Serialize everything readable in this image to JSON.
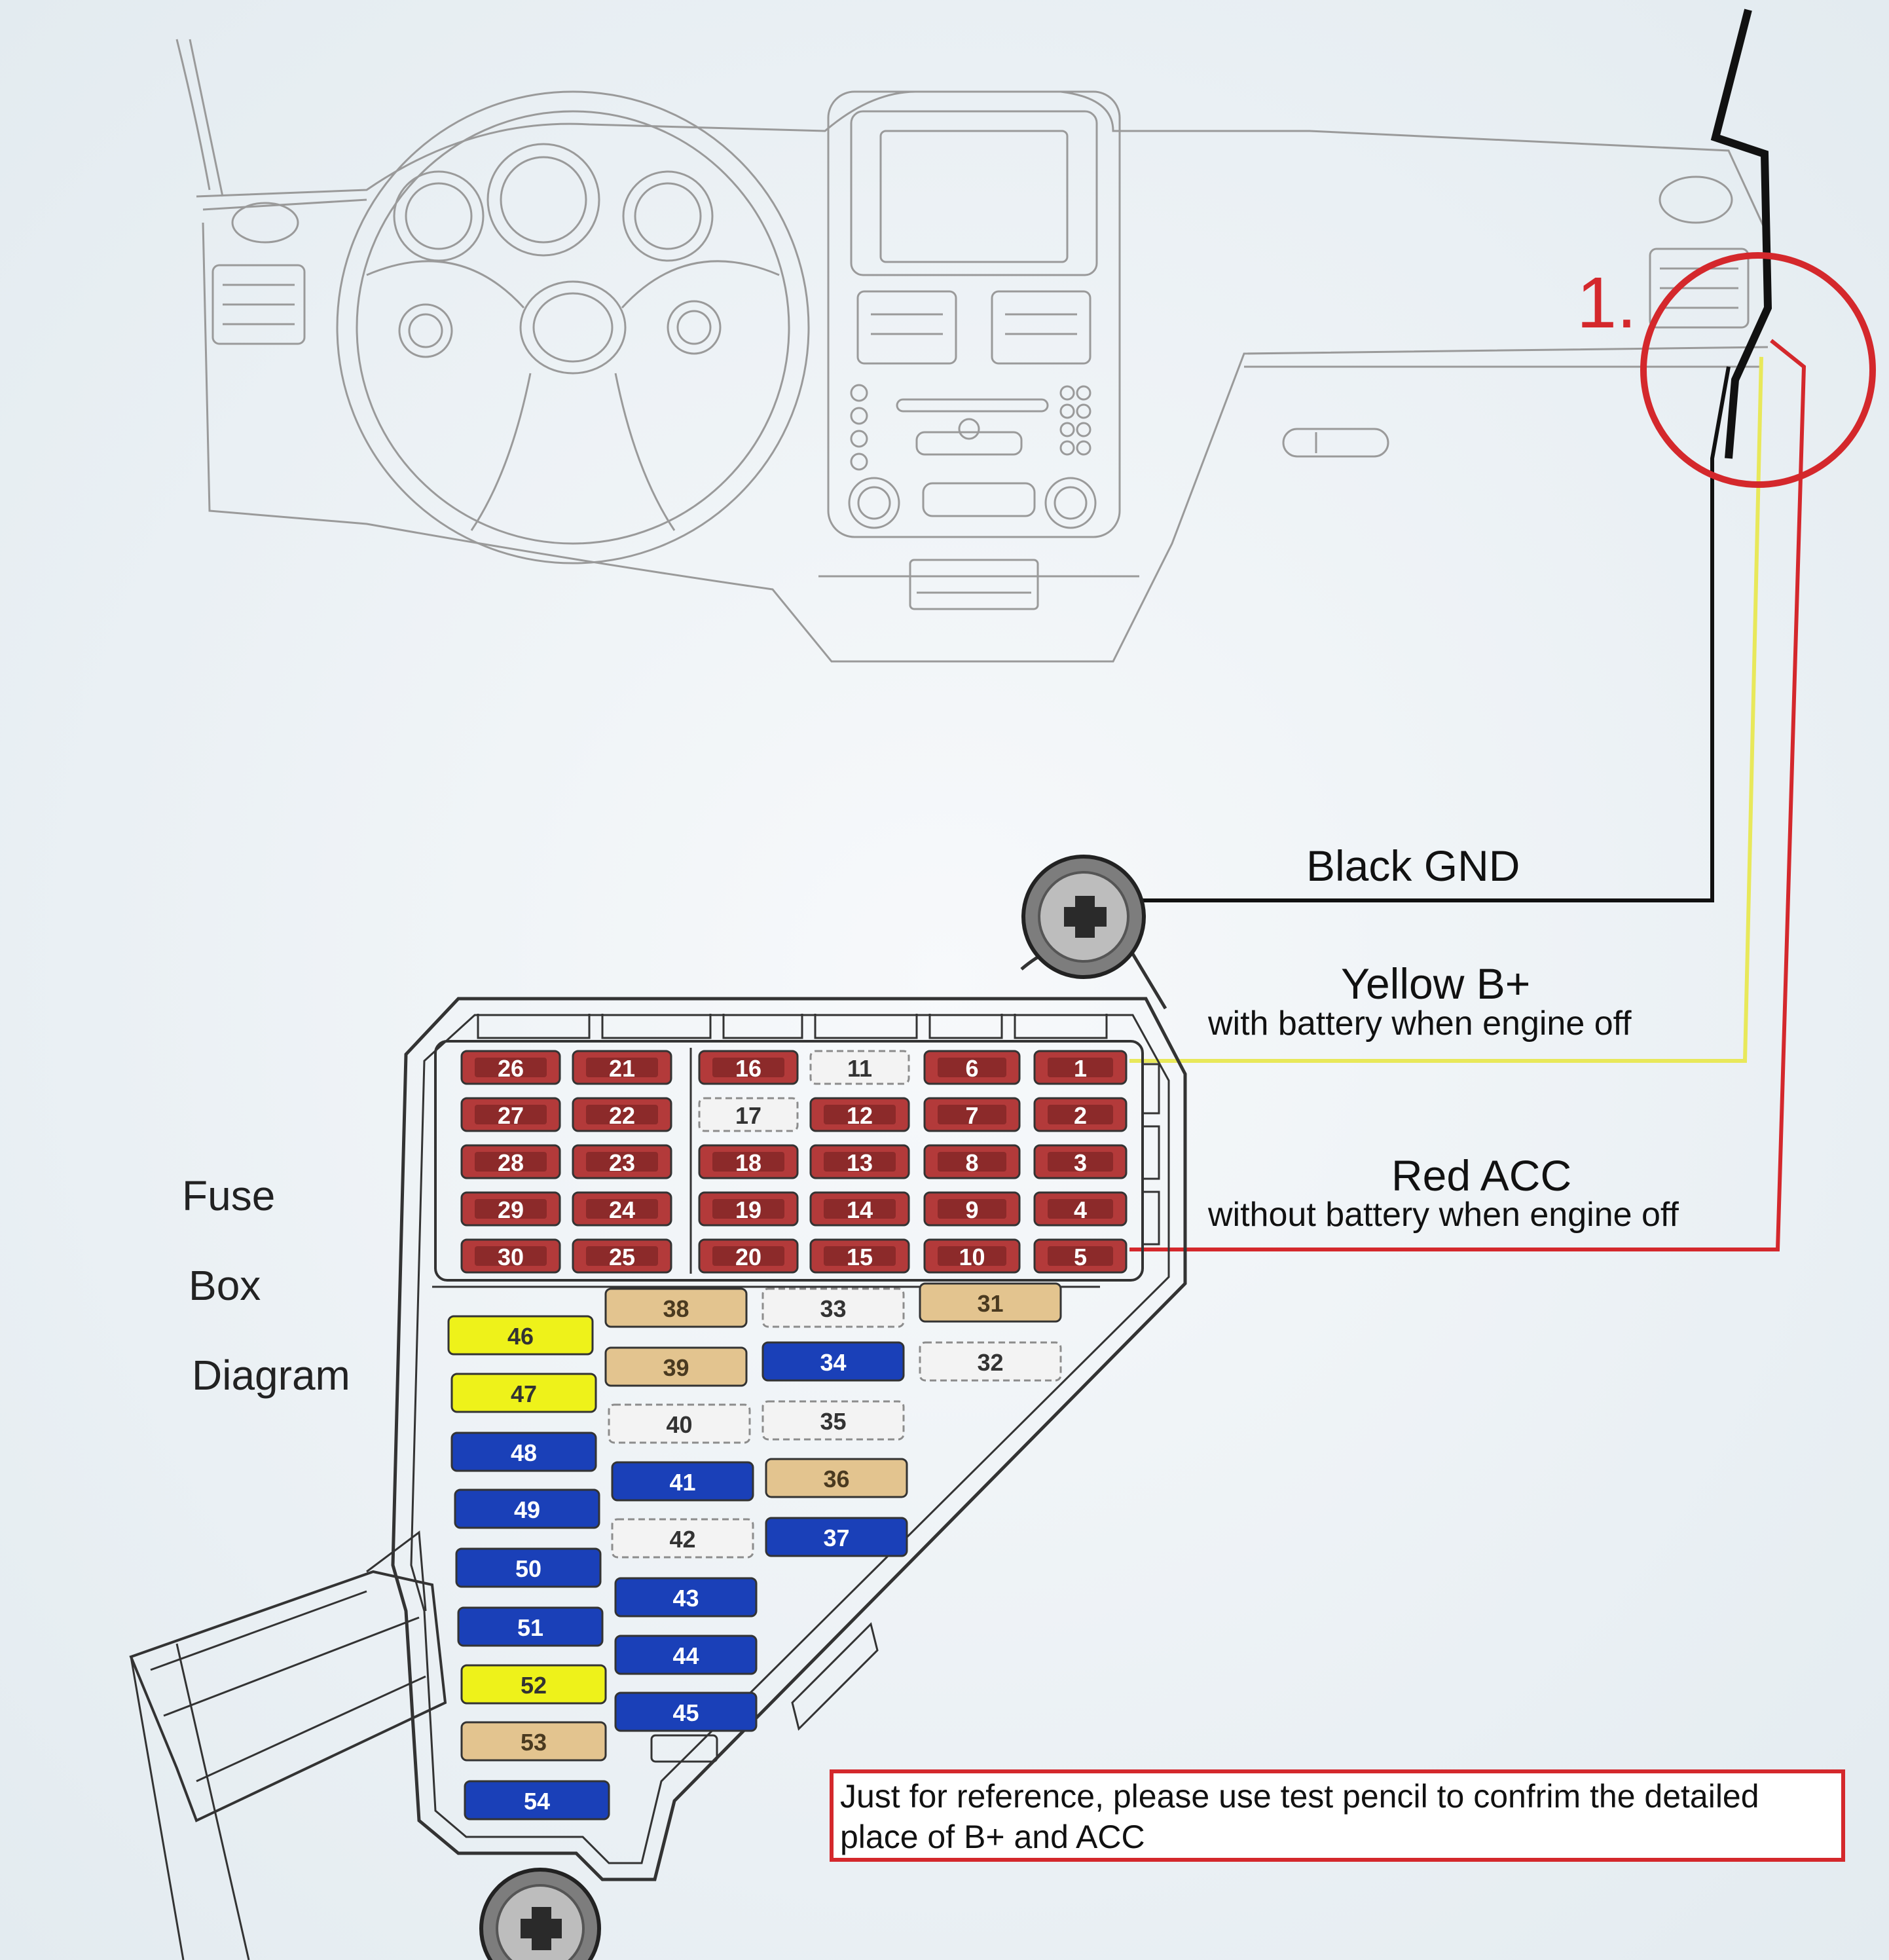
{
  "callout_number": "1.",
  "side_label": {
    "line1": "Fuse",
    "line2": "Box",
    "line3": "Diagram"
  },
  "wires": {
    "gnd": {
      "title": "Black GND",
      "subtitle": "",
      "color": "#111111"
    },
    "bplus": {
      "title": "Yellow B+",
      "subtitle": "with battery when engine off",
      "color": "#e8e85a"
    },
    "acc": {
      "title": "Red ACC",
      "subtitle": "without battery when engine off",
      "color": "#d4282c"
    }
  },
  "note": {
    "line1": "Just for reference, please use test pencil to confrim the detailed",
    "line2": "place of B+ and ACC"
  },
  "colors": {
    "red_fuse": "#b33a3a",
    "yellow_fuse": "#eef21a",
    "blue_fuse": "#1a40b8",
    "tan_fuse": "#e3c48f",
    "empty_slot": "#f3f3f3",
    "outline": "#8c8c8c",
    "dark_outline": "#333333"
  },
  "fuses": [
    {
      "n": "1",
      "c": "red"
    },
    {
      "n": "2",
      "c": "red"
    },
    {
      "n": "3",
      "c": "red"
    },
    {
      "n": "4",
      "c": "red"
    },
    {
      "n": "5",
      "c": "red"
    },
    {
      "n": "6",
      "c": "red"
    },
    {
      "n": "7",
      "c": "red"
    },
    {
      "n": "8",
      "c": "red"
    },
    {
      "n": "9",
      "c": "red"
    },
    {
      "n": "10",
      "c": "red"
    },
    {
      "n": "11",
      "c": "empty"
    },
    {
      "n": "12",
      "c": "red"
    },
    {
      "n": "13",
      "c": "red"
    },
    {
      "n": "14",
      "c": "red"
    },
    {
      "n": "15",
      "c": "red"
    },
    {
      "n": "16",
      "c": "red"
    },
    {
      "n": "17",
      "c": "empty"
    },
    {
      "n": "18",
      "c": "red"
    },
    {
      "n": "19",
      "c": "red"
    },
    {
      "n": "20",
      "c": "red"
    },
    {
      "n": "21",
      "c": "red"
    },
    {
      "n": "22",
      "c": "red"
    },
    {
      "n": "23",
      "c": "red"
    },
    {
      "n": "24",
      "c": "red"
    },
    {
      "n": "25",
      "c": "red"
    },
    {
      "n": "26",
      "c": "red"
    },
    {
      "n": "27",
      "c": "red"
    },
    {
      "n": "28",
      "c": "red"
    },
    {
      "n": "29",
      "c": "red"
    },
    {
      "n": "30",
      "c": "red"
    },
    {
      "n": "31",
      "c": "tan"
    },
    {
      "n": "32",
      "c": "empty"
    },
    {
      "n": "33",
      "c": "empty"
    },
    {
      "n": "34",
      "c": "blue"
    },
    {
      "n": "35",
      "c": "empty"
    },
    {
      "n": "36",
      "c": "tan"
    },
    {
      "n": "37",
      "c": "blue"
    },
    {
      "n": "38",
      "c": "tan"
    },
    {
      "n": "39",
      "c": "tan"
    },
    {
      "n": "40",
      "c": "empty"
    },
    {
      "n": "41",
      "c": "blue"
    },
    {
      "n": "42",
      "c": "empty"
    },
    {
      "n": "43",
      "c": "blue"
    },
    {
      "n": "44",
      "c": "blue"
    },
    {
      "n": "45",
      "c": "blue"
    },
    {
      "n": "46",
      "c": "yellow"
    },
    {
      "n": "47",
      "c": "yellow"
    },
    {
      "n": "48",
      "c": "blue"
    },
    {
      "n": "49",
      "c": "blue"
    },
    {
      "n": "50",
      "c": "blue"
    },
    {
      "n": "51",
      "c": "blue"
    },
    {
      "n": "52",
      "c": "yellow"
    },
    {
      "n": "53",
      "c": "tan"
    },
    {
      "n": "54",
      "c": "blue"
    }
  ]
}
